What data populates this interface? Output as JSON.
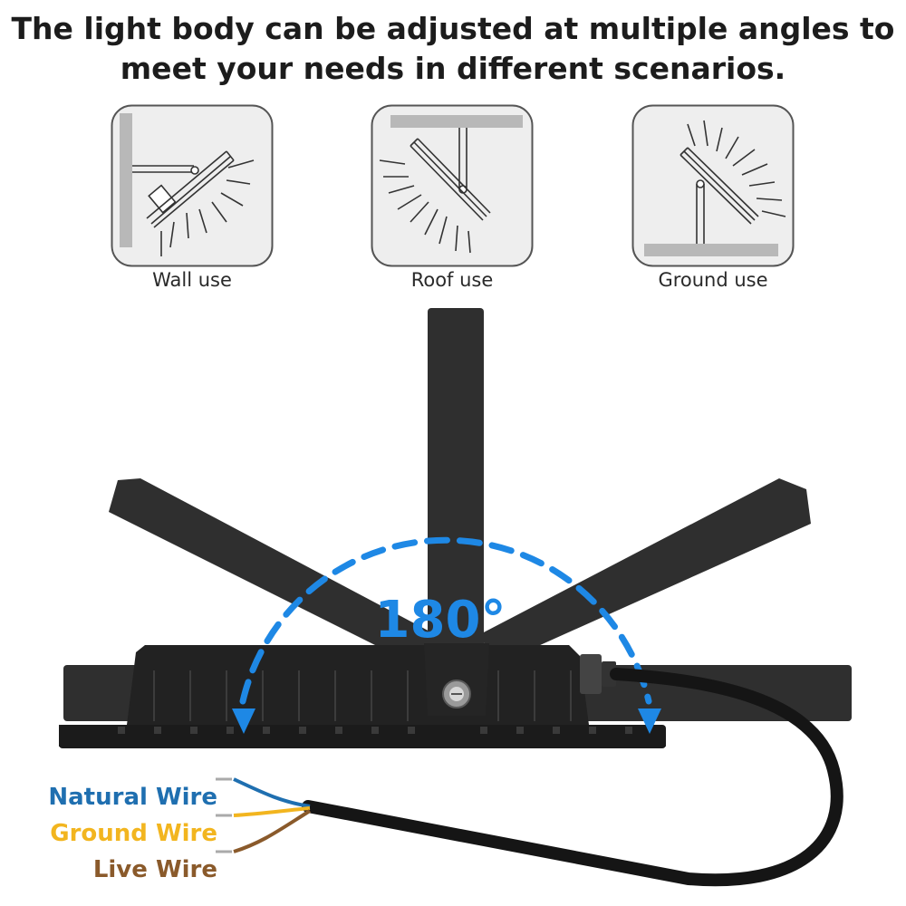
{
  "headline": {
    "line1": "The light body can be adjusted at multiple angles to",
    "line2": "meet your needs in different scenarios."
  },
  "usage_cards": [
    {
      "label": "Wall use",
      "icon": "wall-mount-icon"
    },
    {
      "label": "Roof use",
      "icon": "roof-mount-icon"
    },
    {
      "label": "Ground use",
      "icon": "ground-mount-icon"
    }
  ],
  "angle_label": "180°",
  "wires": [
    {
      "label": "Natural Wire",
      "color": "#1f6fb0"
    },
    {
      "label": "Ground Wire",
      "color": "#f2b51f"
    },
    {
      "label": "Live Wire",
      "color": "#8a5a2b"
    }
  ],
  "colors": {
    "accent_arc": "#1e88e5",
    "housing": "#2f2f2f",
    "card_background": "#eeeeee",
    "cable": "#151515"
  }
}
